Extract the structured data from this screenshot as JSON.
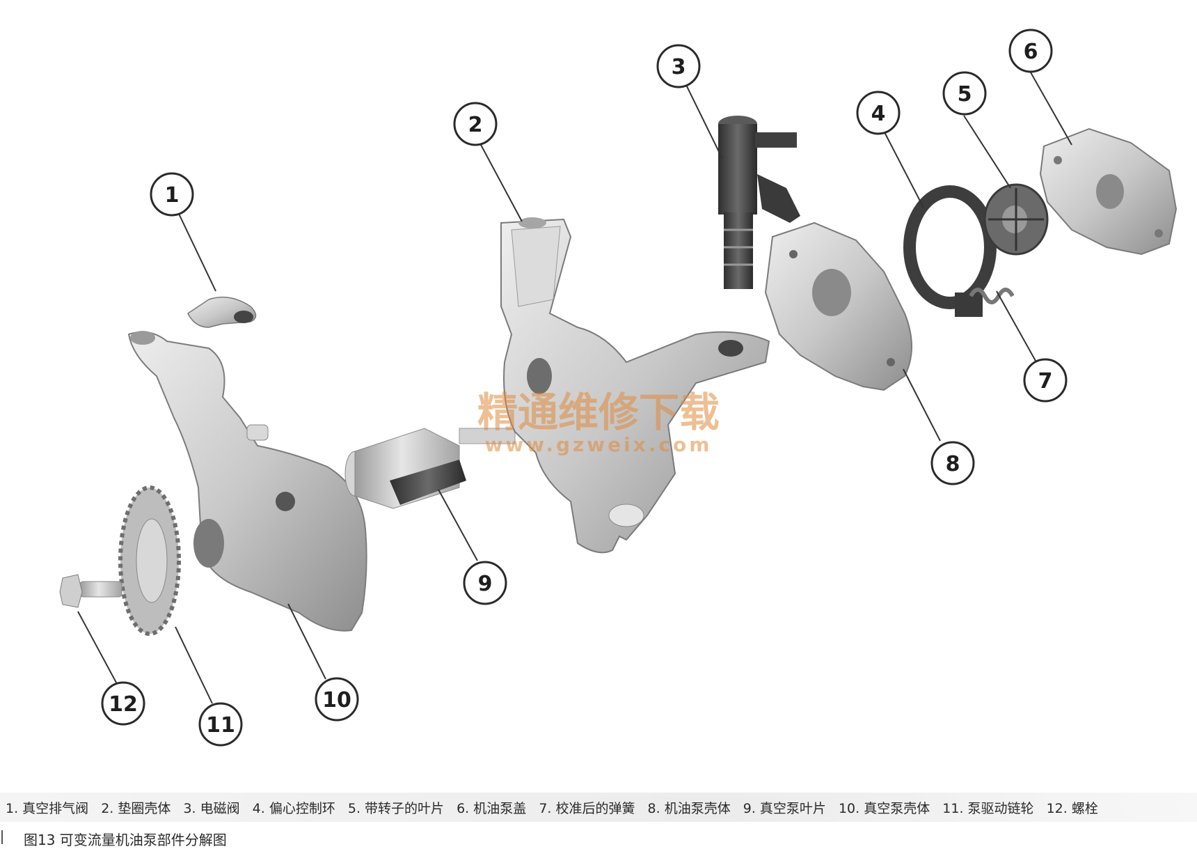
{
  "callouts": [
    {
      "id": "1",
      "label": "1"
    },
    {
      "id": "2",
      "label": "2"
    },
    {
      "id": "3",
      "label": "3"
    },
    {
      "id": "4",
      "label": "4"
    },
    {
      "id": "5",
      "label": "5"
    },
    {
      "id": "6",
      "label": "6"
    },
    {
      "id": "7",
      "label": "7"
    },
    {
      "id": "8",
      "label": "8"
    },
    {
      "id": "9",
      "label": "9"
    },
    {
      "id": "10",
      "label": "10"
    },
    {
      "id": "11",
      "label": "11"
    },
    {
      "id": "12",
      "label": "12"
    }
  ],
  "legend": [
    "1. 真空排气阀",
    "2. 垫圈壳体",
    "3. 电磁阀",
    "4. 偏心控制环",
    "5. 带转子的叶片",
    "6. 机油泵盖",
    "7. 校准后的弹簧",
    "8. 机油泵壳体",
    "9. 真空泵叶片",
    "10. 真空泵壳体",
    "11. 泵驱动链轮",
    "12. 螺栓"
  ],
  "figure_caption": "图13  可变流量机油泵部件分解图",
  "watermark": {
    "title": "精通维修下载",
    "url": "www.gzweix.com",
    "color": "#e08a3c"
  },
  "colors": {
    "metal": "#c9c9c9",
    "metal_dark": "#8f8f8f",
    "solenoid": "#4a4a4a"
  }
}
